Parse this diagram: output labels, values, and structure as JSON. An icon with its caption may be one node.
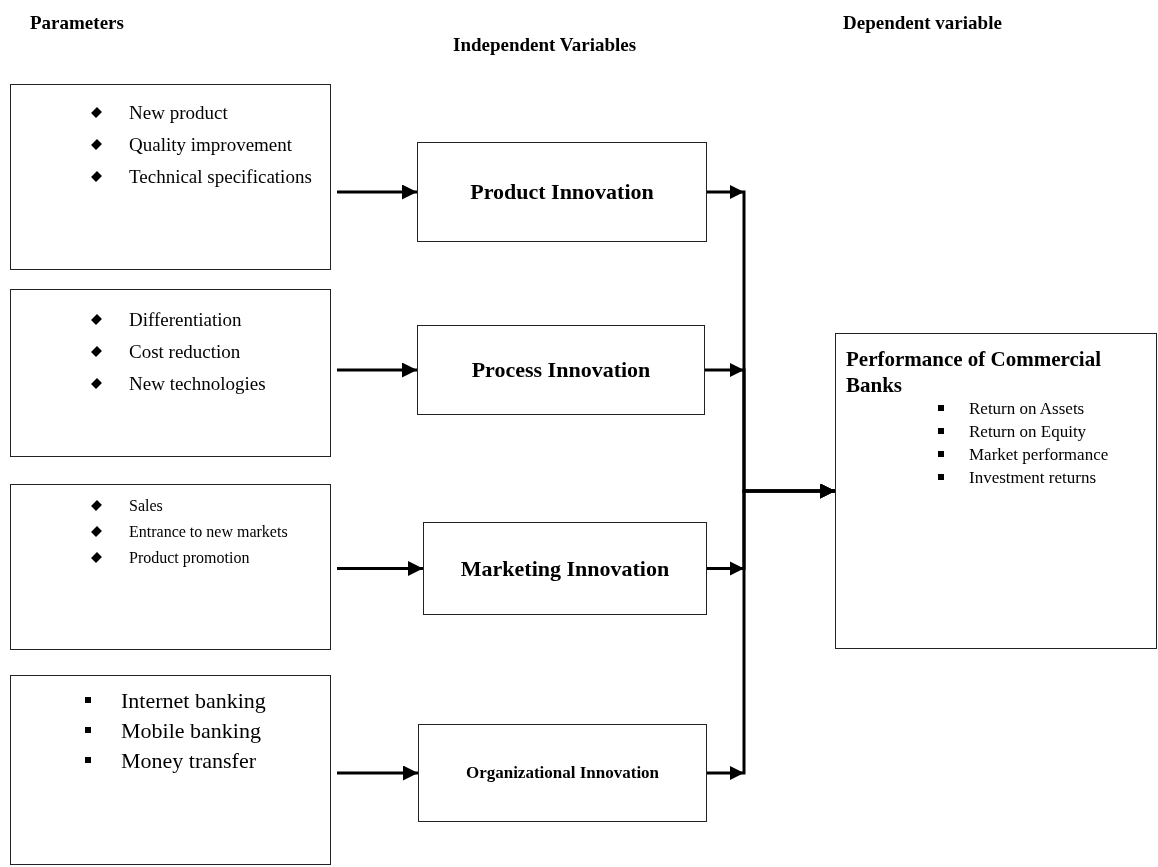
{
  "diagram": {
    "nodes": [
      {
        "text": [
          "New product",
          "Quality improvement",
          "Technical specifications"
        ]
      },
      {
        "text": [
          "Differentiation",
          "Cost reduction",
          "New technologies"
        ]
      },
      {
        "text": [
          "Sales",
          "Entrance to new markets",
          "Product promotion"
        ]
      },
      {
        "text": [
          "Internet banking",
          "Mobile banking",
          "Money transfer"
        ]
      },
      {
        "text": [
          "Product Innovation"
        ]
      },
      {
        "text": [
          "Process Innovation"
        ]
      },
      {
        "text": [
          "Marketing Innovation"
        ]
      },
      {
        "text": [
          "Organizational Innovation"
        ]
      },
      {
        "text": [
          "Performance of Commercial Banks",
          "Return on Assets",
          "Return on Equity",
          "Market performance",
          "Investment returns"
        ]
      }
    ],
    "edges": [
      {
        "from": 0,
        "to": 4,
        "arrow": "to"
      },
      {
        "from": 1,
        "to": 5,
        "arrow": "to"
      },
      {
        "from": 2,
        "to": 6,
        "arrow": "to"
      },
      {
        "from": 3,
        "to": 7,
        "arrow": "to"
      },
      {
        "from": 4,
        "to": 8,
        "arrow": "to"
      },
      {
        "from": 5,
        "to": 8,
        "arrow": "to"
      },
      {
        "from": 6,
        "to": 8,
        "arrow": "to"
      },
      {
        "from": 7,
        "to": 8,
        "arrow": "to"
      }
    ],
    "labels": [
      "Parameters",
      "Independent Variables",
      "Dependent variable"
    ]
  }
}
